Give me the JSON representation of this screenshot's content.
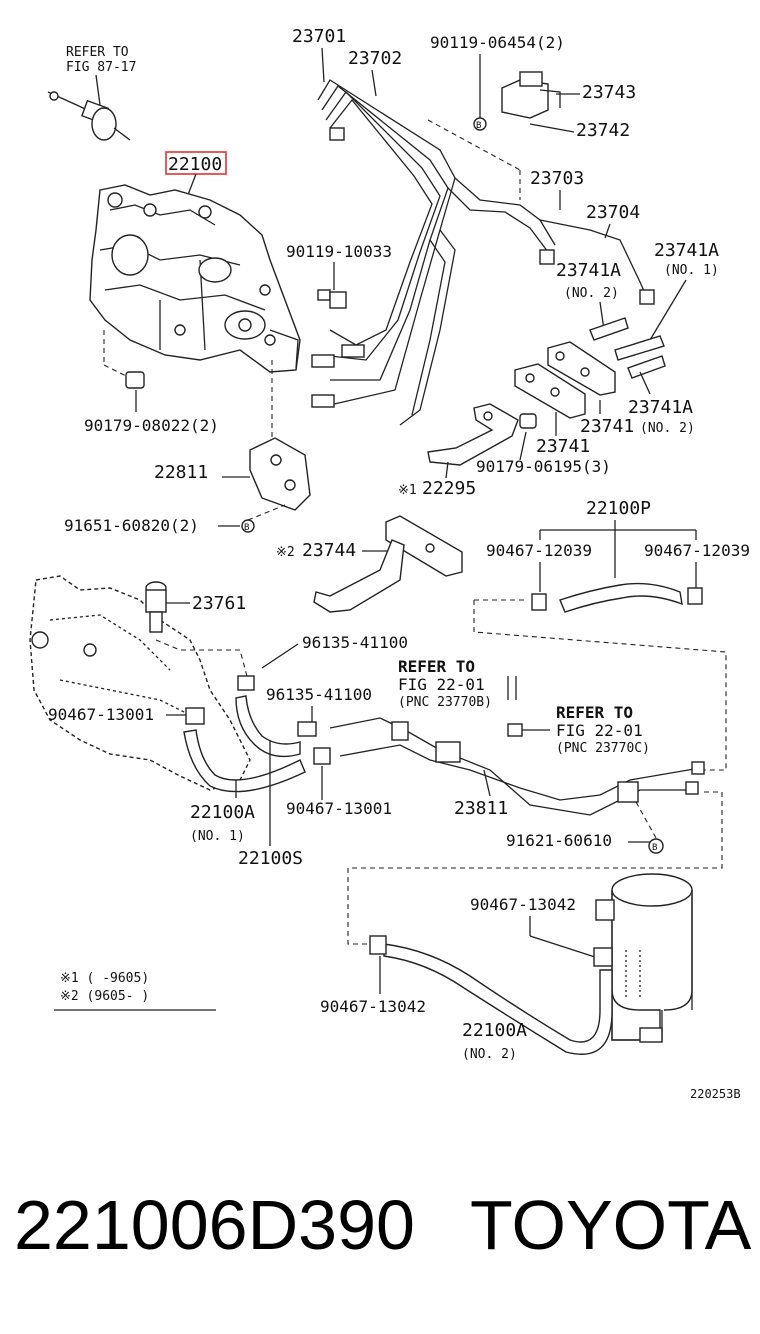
{
  "diagram": {
    "refer_top": [
      "REFER TO",
      "FIG 87-17"
    ],
    "highlight_part": "22100",
    "labels": {
      "p23701": "23701",
      "p23702": "23702",
      "p90119_06454": "90119-06454(2)",
      "p23743": "23743",
      "p23742": "23742",
      "p23703": "23703",
      "p23704": "23704",
      "p90119_10033": "90119-10033",
      "p23741A_1": "23741A",
      "no1_a": "(NO. 1)",
      "p23741A_2": "23741A",
      "no2_a": "(NO. 2)",
      "p90179_08022": "90179-08022(2)",
      "p23741A_3": "23741A",
      "no2_b": "(NO. 2)",
      "p23741_a": "23741",
      "p23741_b": "23741",
      "p90179_06195": "90179-06195(3)",
      "p22811": "22811",
      "note1_mark": "※1",
      "p22295": "22295",
      "p91651_60820": "91651-60820(2)",
      "p22100P": "22100P",
      "note2_mark": "※2",
      "p23744": "23744",
      "p90467_12039_l": "90467-12039",
      "p90467_12039_r": "90467-12039",
      "p23761": "23761",
      "p96135_41100_a": "96135-41100",
      "p96135_41100_b": "96135-41100",
      "p90467_13001_l": "90467-13001",
      "p22100A_1": "22100A",
      "no1_b": "(NO. 1)",
      "p90467_13001_r": "90467-13001",
      "p23811": "23811",
      "p22100S": "22100S",
      "p91621_60610": "91621-60610",
      "p90467_13042_t": "90467-13042",
      "p90467_13042_b": "90467-13042",
      "p22100A_2": "22100A",
      "no2_c": "(NO. 2)",
      "bolt_b": "B"
    },
    "refer_mid1": [
      "REFER TO",
      "FIG 22-01",
      "(PNC 23770B)"
    ],
    "refer_mid2": [
      "REFER TO",
      "FIG 22-01",
      "(PNC 23770C)"
    ],
    "notes": [
      "※1 (     -9605)",
      "※2 (9605-      )"
    ],
    "figure_id": "220253B"
  },
  "footer": {
    "part_number": "221006D390",
    "brand": "TOYOTA"
  }
}
